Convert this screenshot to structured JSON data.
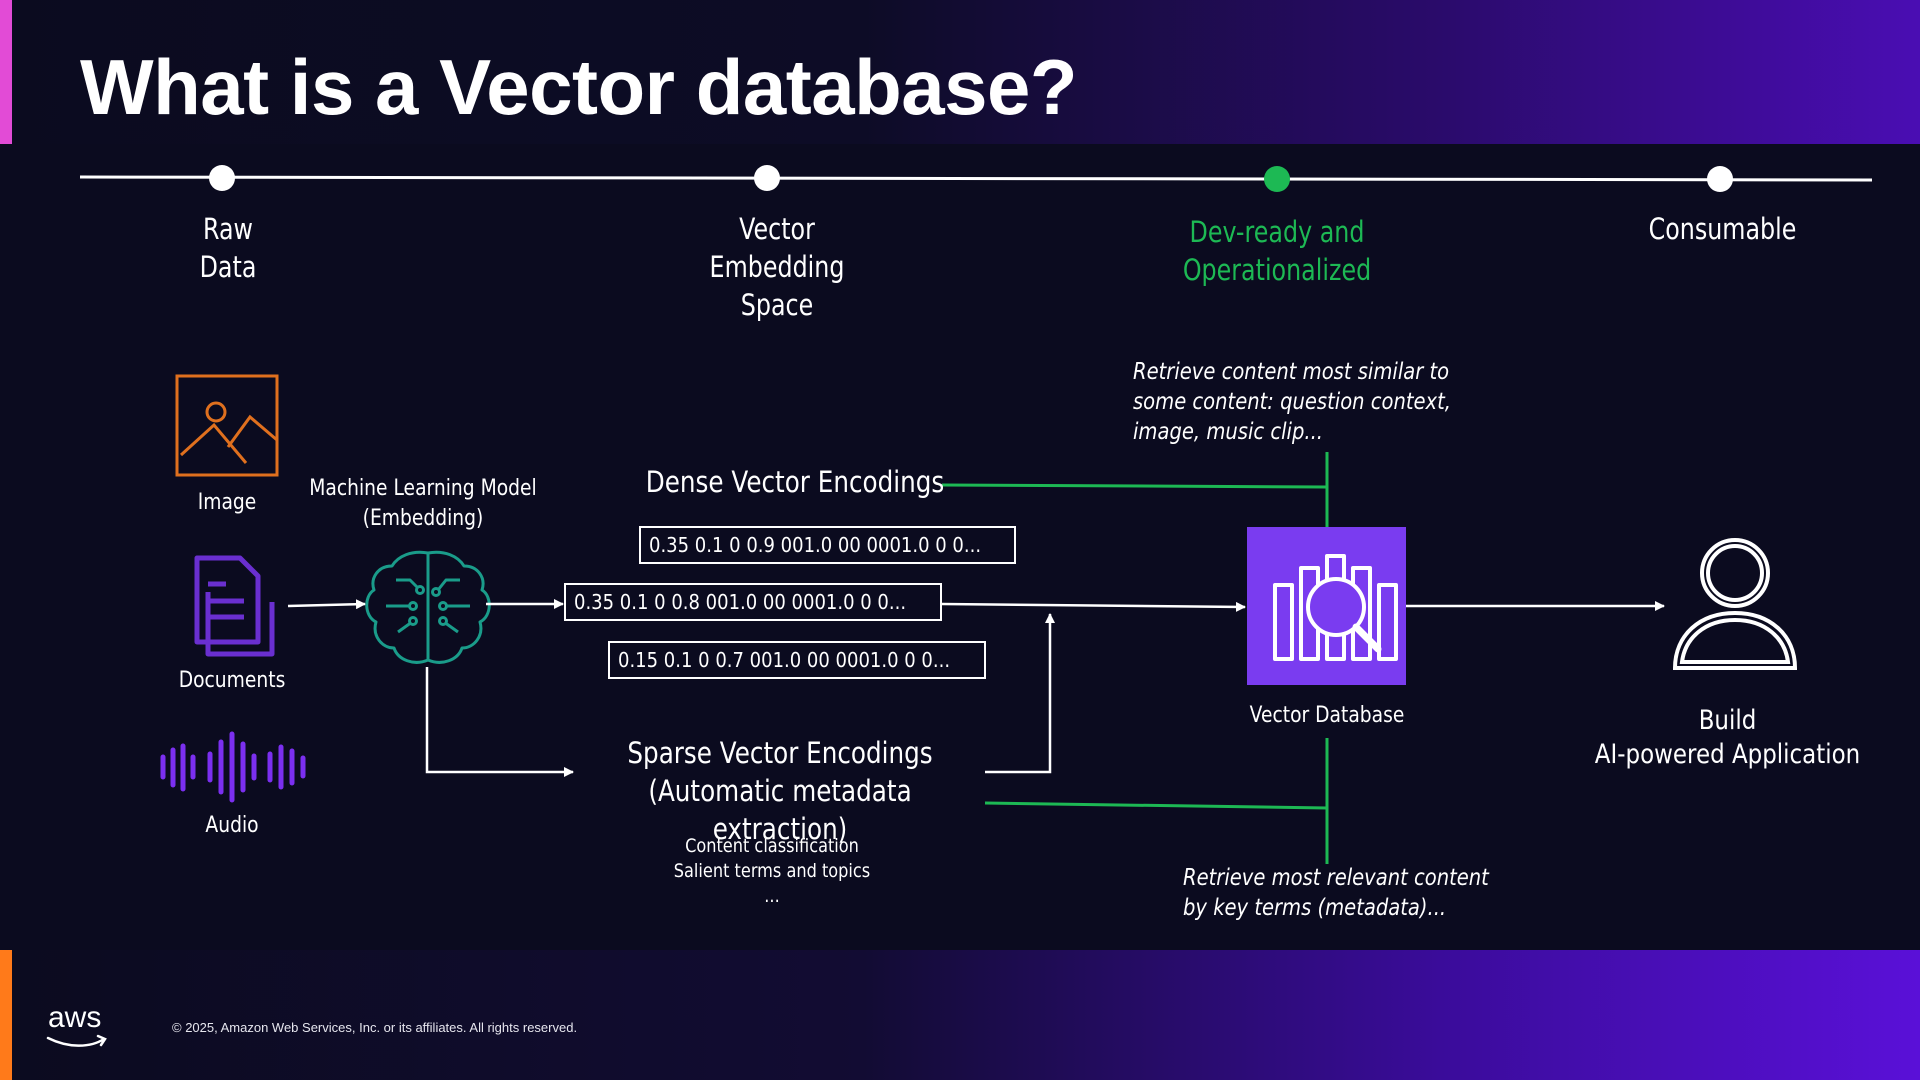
{
  "title": "What is a Vector database?",
  "timeline": {
    "stages": [
      {
        "label": "Raw\nData",
        "active": false
      },
      {
        "label": "Vector\nEmbedding\nSpace",
        "active": false
      },
      {
        "label": "Dev-ready and\nOperationalized",
        "active": true
      },
      {
        "label": "Consumable",
        "active": false
      }
    ],
    "active_color": "#1db954"
  },
  "inputs": {
    "image_label": "Image",
    "documents_label": "Documents",
    "audio_label": "Audio"
  },
  "model": {
    "label": "Machine Learning Model\n(Embedding)"
  },
  "dense": {
    "label": "Dense Vector Encodings",
    "vectors": [
      "0.35 0.1 0 0.9 001.0 00 0001.0 0 0...",
      "0.35 0.1 0 0.8 001.0 00 0001.0 0 0...",
      "0.15 0.1 0 0.7 001.0 00 0001.0 0 0..."
    ]
  },
  "sparse": {
    "label": "Sparse Vector Encodings\n(Automatic metadata extraction)",
    "metadata": "Content classification\nSalient terms and topics\n..."
  },
  "vector_db": {
    "label": "Vector Database",
    "tile_color": "#7a3cf0"
  },
  "notes": {
    "top": "Retrieve content most similar to some content: question context, image, music clip...",
    "bottom": "Retrieve most relevant content\nby key terms (metadata)..."
  },
  "app": {
    "label": "Build\nAI-powered Application"
  },
  "footer": {
    "logo": "aws",
    "copyright": "© 2025, Amazon Web Services, Inc. or its affiliates. All rights reserved."
  },
  "colors": {
    "image_icon": "#e0701e",
    "documents_icon": "#6a2fd0",
    "audio_icon": "#7b2ff0",
    "model_icon": "#1a9c8a",
    "connector_green": "#1db954"
  }
}
